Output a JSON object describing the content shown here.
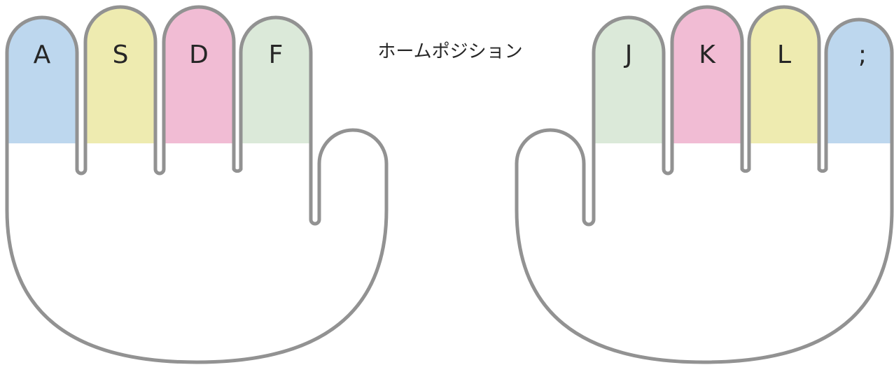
{
  "title": "ホームポジション",
  "colors": {
    "outline": "#929292",
    "blue": "#bdd7ee",
    "yellow": "#eeebb0",
    "pink": "#f1bcd4",
    "green": "#dbe9d9"
  },
  "left_hand": {
    "fingers": [
      {
        "key": "A",
        "color": "#bdd7ee"
      },
      {
        "key": "S",
        "color": "#eeebb0"
      },
      {
        "key": "D",
        "color": "#f1bcd4"
      },
      {
        "key": "F",
        "color": "#dbe9d9"
      }
    ]
  },
  "right_hand": {
    "fingers": [
      {
        "key": "J",
        "color": "#dbe9d9"
      },
      {
        "key": "K",
        "color": "#f1bcd4"
      },
      {
        "key": "L",
        "color": "#eeebb0"
      },
      {
        "key": ";",
        "color": "#bdd7ee"
      }
    ]
  }
}
